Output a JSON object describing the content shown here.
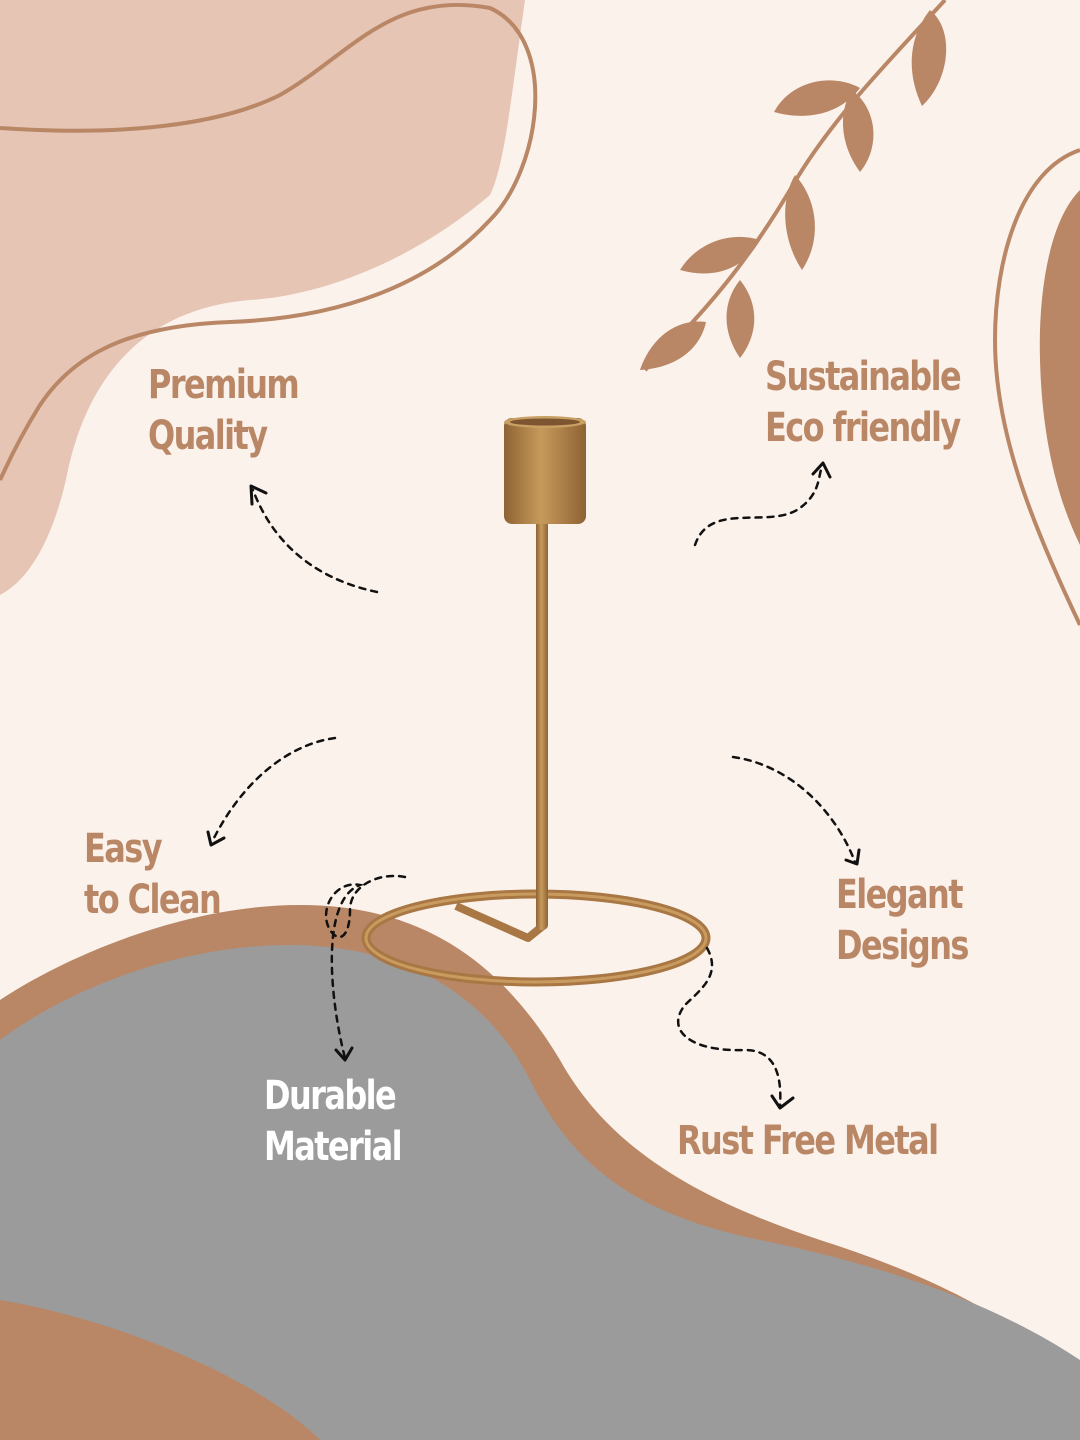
{
  "palette": {
    "background": "#fbf2ec",
    "blush": "#e6c5b5",
    "copper": "#b98766",
    "grey": "#9b9b9b",
    "holder_gold": "#b98a4e",
    "arrow": "#111111"
  },
  "features": {
    "premium_quality": [
      "Premium",
      "Quality"
    ],
    "sustainable": [
      "Sustainable",
      "Eco friendly"
    ],
    "easy_clean": [
      "Easy",
      "to Clean"
    ],
    "elegant": [
      "Elegant",
      "Designs"
    ],
    "durable": [
      "Durable",
      "Material"
    ],
    "rust_free": [
      "Rust Free Metal"
    ]
  },
  "icons": {
    "leaf_branch": "leaf-branch-icon",
    "candle_holder": "candle-holder-icon",
    "arrow": "dashed-arrow-icon"
  }
}
